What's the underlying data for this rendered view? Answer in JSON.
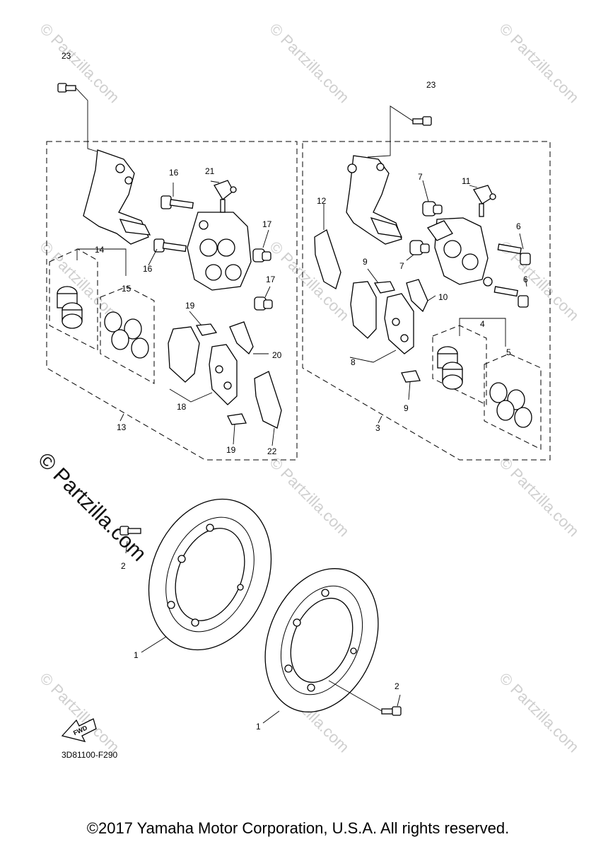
{
  "callouts": {
    "c23a": "23",
    "c23b": "23",
    "c16a": "16",
    "c16b": "16",
    "c21": "21",
    "c17a": "17",
    "c17b": "17",
    "c14": "14",
    "c15": "15",
    "c19a": "19",
    "c19b": "19",
    "c20": "20",
    "c18": "18",
    "c13": "13",
    "c22": "22",
    "c12": "12",
    "c7a": "7",
    "c7b": "7",
    "c11": "11",
    "c6a": "6",
    "c6b": "6",
    "c9a": "9",
    "c9b": "9",
    "c10": "10",
    "c8": "8",
    "c4": "4",
    "c5": "5",
    "c3": "3",
    "c2a": "2",
    "c2b": "2",
    "c1a": "1",
    "c1b": "1"
  },
  "fwd_label": "FWD",
  "diagram_code": "3D81100-F290",
  "watermark": "© Partzilla.com",
  "copyright": "©2017 Yamaha Motor Corporation, U.S.A. All rights reserved."
}
